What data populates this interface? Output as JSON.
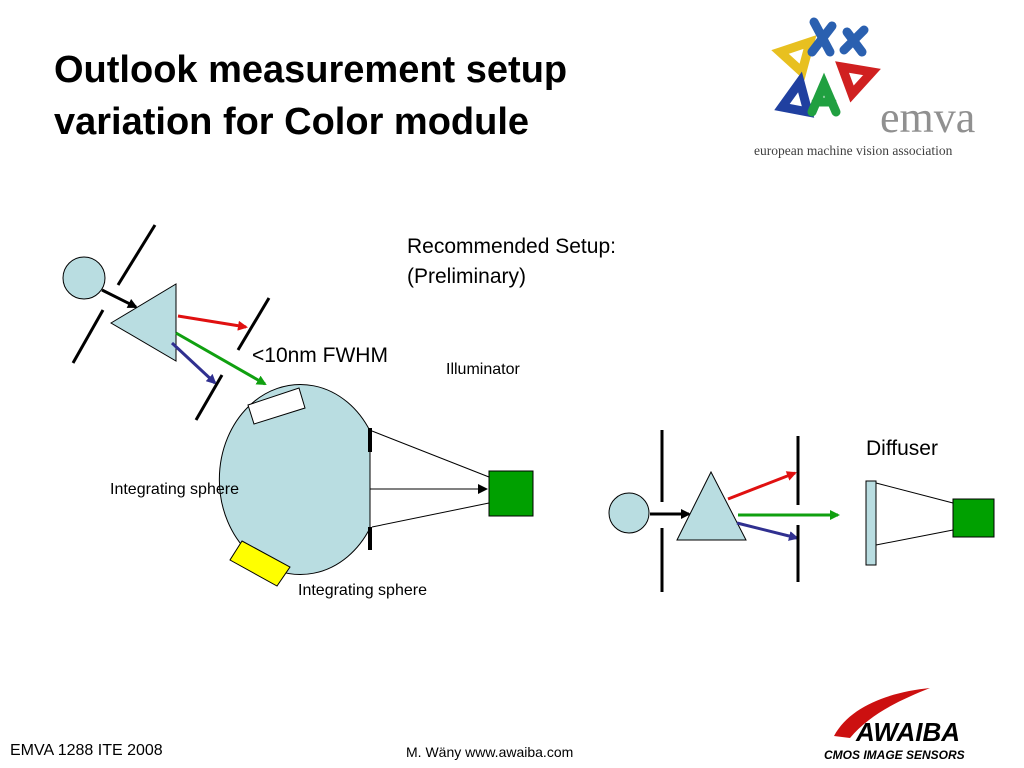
{
  "slide": {
    "title_line1": "Outlook measurement setup",
    "title_line2": "variation for Color module"
  },
  "labels": {
    "recommended_line1": "Recommended Setup:",
    "recommended_line2": "(Preliminary)",
    "fwhm": "<10nm FWHM",
    "illuminator": "Illuminator",
    "diffuser": "Diffuser",
    "integrating_sphere_1": "Integrating sphere",
    "integrating_sphere_2": "Integrating sphere"
  },
  "footer": {
    "left": "EMVA 1288 ITE 2008",
    "center": "M. Wäny www.awaiba.com"
  },
  "logos": {
    "emva_wordmark": "emva",
    "emva_tagline": "european machine vision association",
    "awaiba_name": "AWAIBA",
    "awaiba_tagline": "CMOS IMAGE SENSORS"
  },
  "colors": {
    "optics_fill": "#b9dde1",
    "sensor_green": "#00a000",
    "beam_red": "#e01010",
    "beam_green": "#10a010",
    "beam_blue": "#303090",
    "filter_yellow": "#ffff00",
    "awaiba_red": "#cc1010"
  }
}
